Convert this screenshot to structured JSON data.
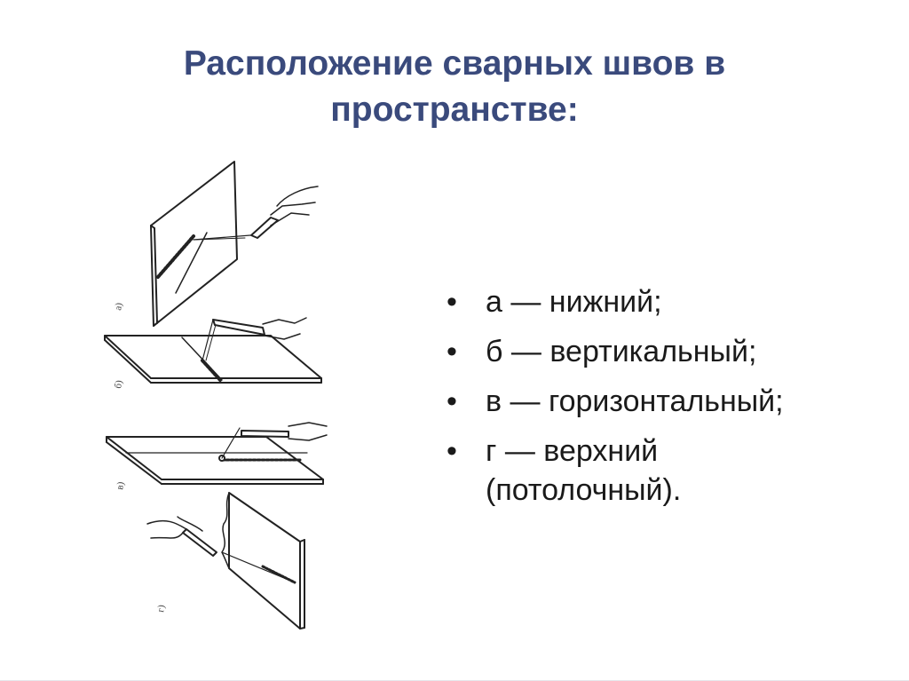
{
  "slide": {
    "title_lines": [
      "Расположение сварных швов в",
      "пространстве:"
    ],
    "bullet_glyph": "•",
    "items": [
      {
        "lines": [
          "а — нижний;"
        ]
      },
      {
        "lines": [
          "б — вертикальный;"
        ]
      },
      {
        "lines": [
          "в — горизонтальный;"
        ]
      },
      {
        "lines": [
          "г — верхний",
          "(потолочный)."
        ]
      }
    ]
  },
  "colors": {
    "title": "#3a4a7c",
    "text": "#1a1a1a",
    "drawing_ink": "#222222"
  }
}
